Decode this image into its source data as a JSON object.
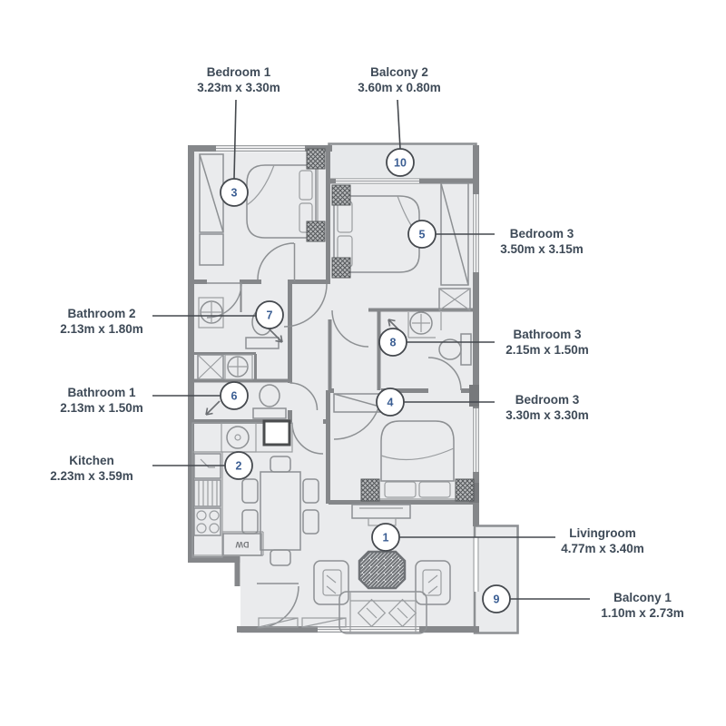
{
  "figure": "apartment-floor-plan",
  "rooms": [
    {
      "number": "1",
      "name": "Livingroom",
      "dims": "4.77m x 3.40m"
    },
    {
      "number": "2",
      "name": "Kitchen",
      "dims": "2.23m x 3.59m"
    },
    {
      "number": "3",
      "name": "Bedroom 1",
      "dims": "3.23m x 3.30m"
    },
    {
      "number": "4",
      "name": "Bedroom 3",
      "dims": "3.30m x 3.30m"
    },
    {
      "number": "5",
      "name": "Bedroom 3",
      "dims": "3.50m x 3.15m"
    },
    {
      "number": "6",
      "name": "Bathroom 1",
      "dims": "2.13m x 1.50m"
    },
    {
      "number": "7",
      "name": "Bathroom 2",
      "dims": "2.13m x 1.80m"
    },
    {
      "number": "8",
      "name": "Bathroom 3",
      "dims": "2.15m x 1.50m"
    },
    {
      "number": "9",
      "name": "Balcony 1",
      "dims": "1.10m x 2.73m"
    },
    {
      "number": "10",
      "name": "Balcony 2",
      "dims": "3.60m x 0.80m"
    }
  ],
  "fixtures": {
    "dishwasher": "DW"
  },
  "colors": {
    "wall": "#85878a",
    "floor_fill": "#eaebed",
    "furniture_line": "#8d9093",
    "label_text": "#3e4a57",
    "number_text": "#3b5e93",
    "leader_line": "#45494e"
  }
}
